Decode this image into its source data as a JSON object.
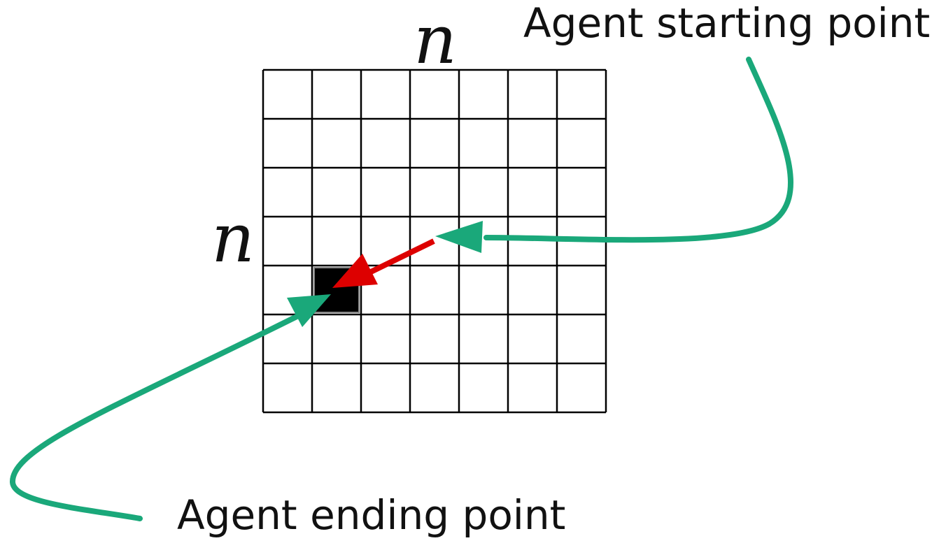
{
  "grid": {
    "rows": 7,
    "cols": 7,
    "filled_cell": {
      "row": 4,
      "col": 1
    },
    "width_label": "n",
    "height_label": "n"
  },
  "annotations": {
    "start_label": "Agent starting point",
    "end_label": "Agent ending point"
  },
  "colors": {
    "grid_line": "#000000",
    "filled_cell": "#000000",
    "callout_arrow": "#1aa87a",
    "move_arrow": "#dd0000"
  }
}
